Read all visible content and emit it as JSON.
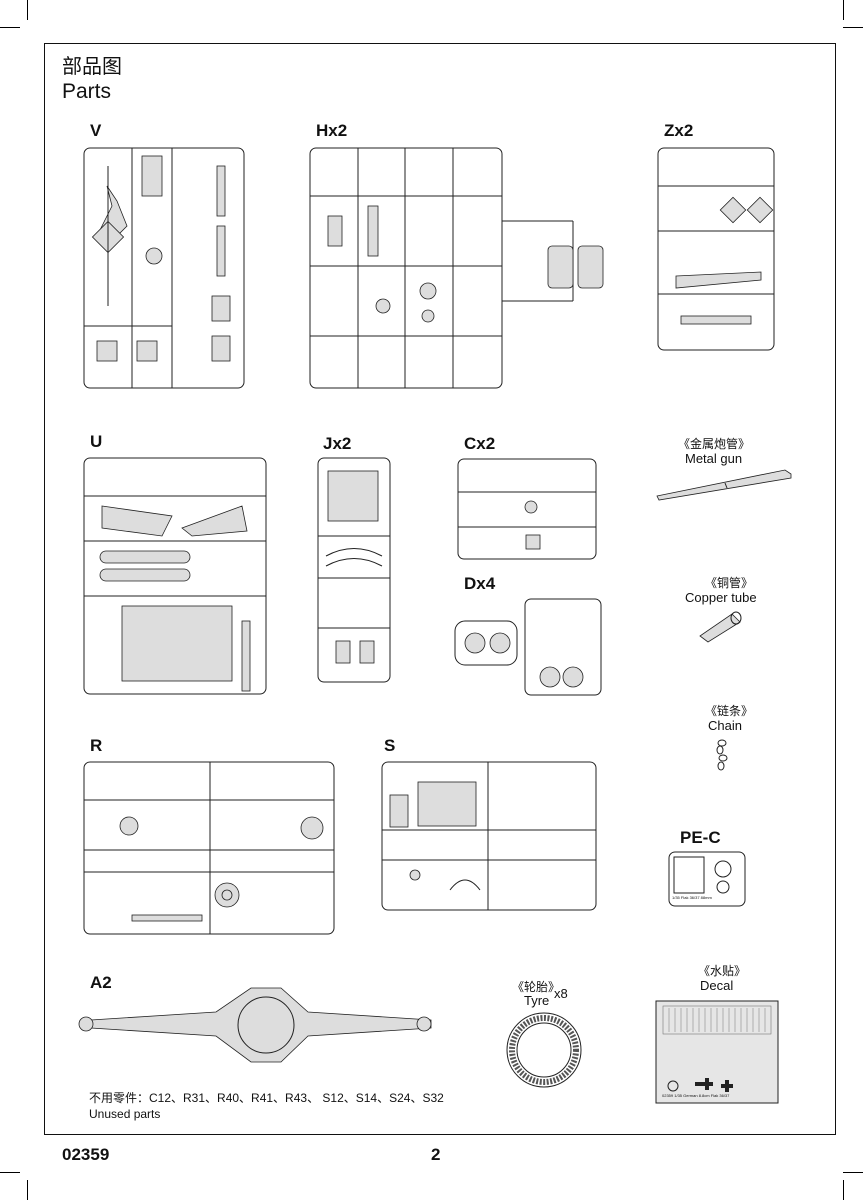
{
  "page": {
    "title_cn": "部品图",
    "title_en": "Parts",
    "model_number": "02359",
    "page_number": "2"
  },
  "sprues": {
    "v": "V",
    "h": "Hx2",
    "z": "Zx2",
    "u": "U",
    "j": "Jx2",
    "c": "Cx2",
    "d": "Dx4",
    "r": "R",
    "s": "S",
    "a2": "A2",
    "pe": "PE-C"
  },
  "extras": {
    "metal_gun_cn": "《金属炮管》",
    "metal_gun_en": "Metal gun",
    "copper_tube_cn": "《铜管》",
    "copper_tube_en": "Copper tube",
    "chain_cn": "《链条》",
    "chain_en": "Chain",
    "tyre_cn": "《轮胎》",
    "tyre_en": "Tyre",
    "tyre_qty": "x8",
    "decal_cn": "《水贴》",
    "decal_en": "Decal",
    "pe_caption": "1/35 Flak 36/37 88mm",
    "decal_caption": "02359 1/35 German 8.8cm Flak 36/37"
  },
  "unused": {
    "cn": "不用零件：C12、R31、R40、R41、R43、 S12、S14、S24、S32",
    "en": "Unused parts"
  },
  "colors": {
    "ink": "#111111",
    "paper": "#ffffff",
    "plastic": "#dddddd"
  }
}
